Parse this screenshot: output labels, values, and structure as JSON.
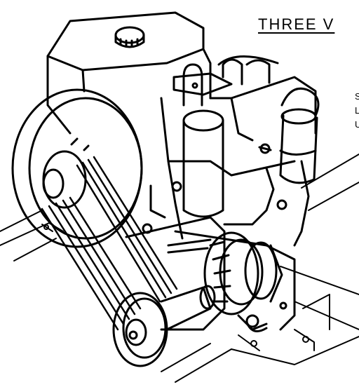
{
  "figure": {
    "heading": "THREE V",
    "edge_text": [
      "S",
      "L",
      "U"
    ],
    "ink_color": "#000000",
    "paper_color": "#ffffff"
  },
  "parts": [
    {
      "name": "engine-block"
    },
    {
      "name": "fuel-tank-filler-cap"
    },
    {
      "name": "exhaust-muffler"
    },
    {
      "name": "air-cleaner"
    },
    {
      "name": "flywheel-pulley"
    },
    {
      "name": "v-belts"
    },
    {
      "name": "driven-pulley"
    },
    {
      "name": "bevel-gearbox"
    },
    {
      "name": "mounting-frame"
    }
  ]
}
